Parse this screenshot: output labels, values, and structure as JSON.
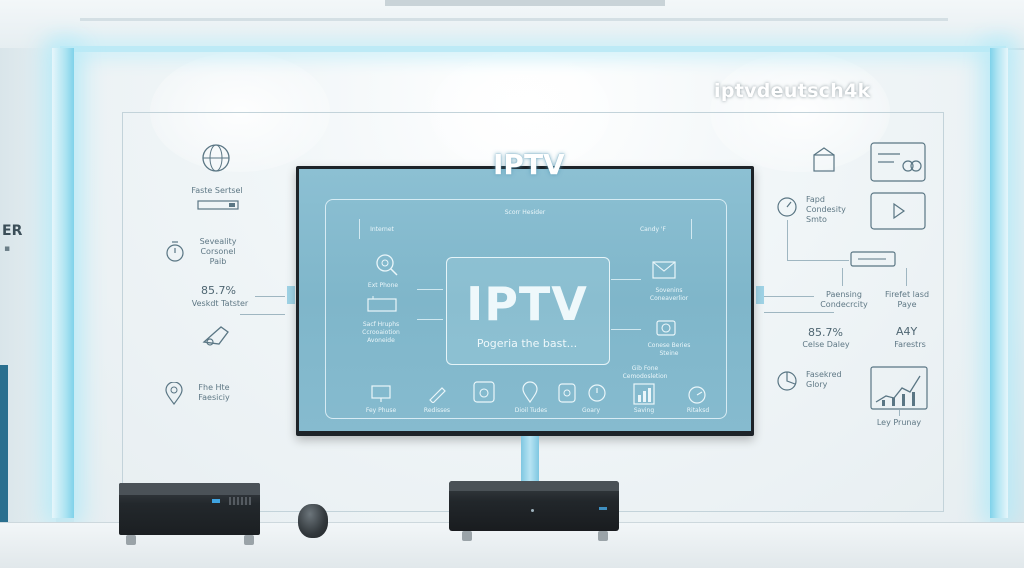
{
  "overlay": {
    "watermark": "iptvdeutsch4k"
  },
  "wall": {
    "side_text": "ER",
    "left_labels": [
      "Faste Sertsel",
      "Seveality\nCorsonel\nPaib",
      "Fhe Hte\nFaesiciy"
    ],
    "left_stat": "85.7%",
    "left_stat_label": "Veskdt Tatster",
    "right_labels": [
      "Fapd\nCondesity\nSmto",
      "Paensing\nCondecrcity",
      "Firefet lasd\nPaye",
      "Celse Daley",
      "Fasekred\nGlory",
      "Ley Prunay"
    ],
    "right_stats": [
      "85.7%",
      "A4Y"
    ],
    "right_stat_sub": "Farestrs"
  },
  "tv": {
    "title": "IPTV",
    "screen_title": "IPTV",
    "tagline": "Pogeria the bast...",
    "top_label": "Scorr Hesider",
    "left_top": "Internet",
    "right_top": "Candy 'F",
    "left_items": [
      "Ext Phone",
      "Sacf Hruphs\nCcrooaiotion\nAvoneide"
    ],
    "right_items": [
      "Sovenins\nConeaverlior",
      "Conese Beries\nSteine",
      "Gib Fone\nCemodosletion"
    ],
    "bottom_items": [
      "Fey Phuse",
      "Redisses",
      "Dioil Tudes",
      "Goary",
      "Saving",
      "Ritaksd"
    ]
  }
}
